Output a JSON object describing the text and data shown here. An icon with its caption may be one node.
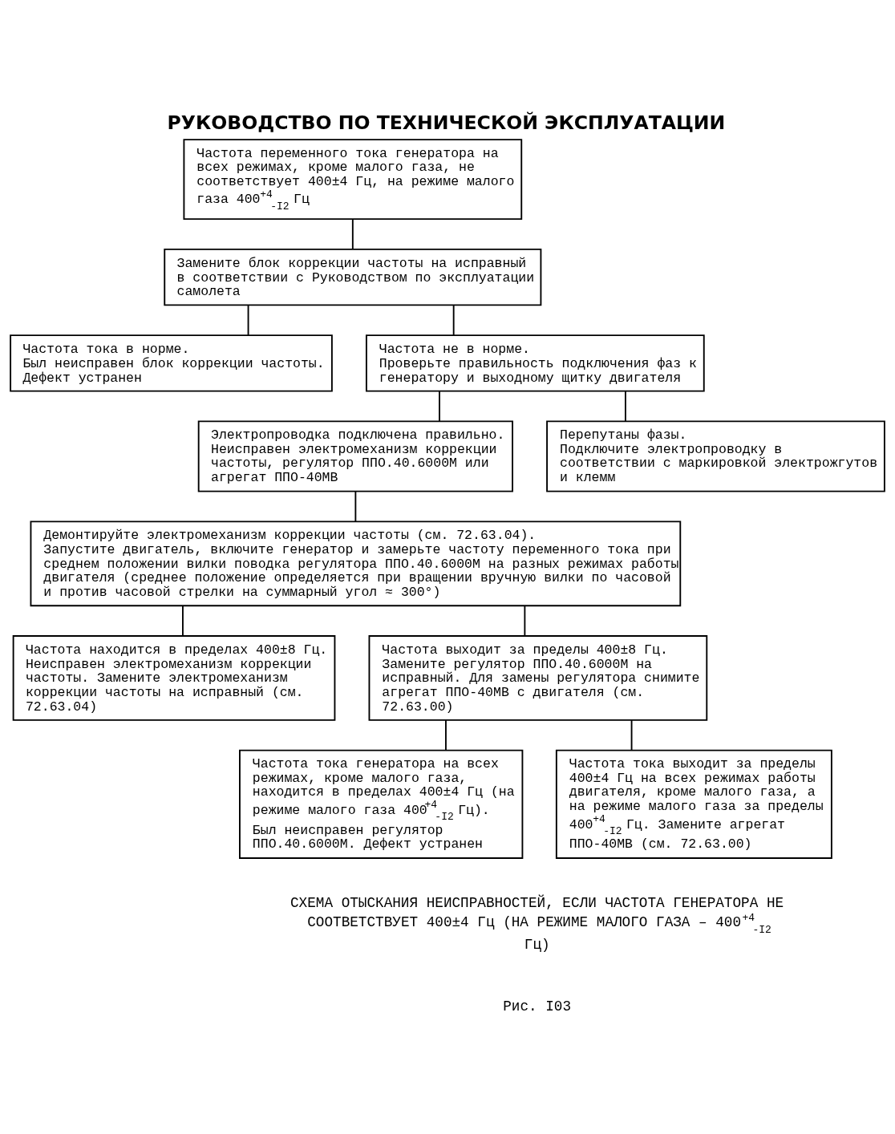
{
  "diagram": {
    "title": "РУКОВОДСТВО ПО ТЕХНИЧЕСКОЙ ЭКСПЛУАТАЦИИ",
    "caption": "СХЕМА ОТЫСКАНИЯ НЕИСПРАВНОСТЕЙ, ЕСЛИ ЧАСТОТА ГЕНЕРАТОРА НЕ СООТВЕТСТВУЕТ 400±4 Гц (НА РЕЖИМЕ МАЛОГО ГАЗА – 400$^{+4}$$_{-I2}$ Гц)",
    "nodes": [
      {
        "text": [
          "Частота переменного тока генератора на всех режимах, кроме малого газа, не соответствует 400±4 Гц, на режиме малого газа 400$^{+4}$$_{-I2}$ Гц"
        ]
      },
      {
        "text": [
          "Замените блок коррекции частоты на исправный в соответствии с Руководством по эксплуатации самолета"
        ]
      },
      {
        "text": [
          "Частота тока в норме.",
          "Был неисправен блок коррекции частоты.",
          "Дефект устранен"
        ]
      },
      {
        "text": [
          "Частота не в норме.",
          "Проверьте правильность подключения фаз к генератору и выходному щитку двигателя"
        ]
      },
      {
        "text": [
          "Электропроводка подключена правильно.",
          "Неисправен электромеханизм коррекции частоты, регулятор ППО.40.6000М или агрегат ППО-40МВ"
        ]
      },
      {
        "text": [
          "Перепутаны фазы.",
          "Подключите электропроводку в соответствии с маркировкой электрожгутов и клемм"
        ]
      },
      {
        "text": [
          "Демонтируйте электромеханизм коррекции частоты (см. 72.63.04).",
          "Запустите двигатель, включите генератор и замерьте частоту переменного тока при среднем положении вилки поводка регулятора ППО.40.6000М на разных режимах работы двигателя (среднее положение определяется при вращении вручную вилки по часовой и против часовой стрелки на суммарный угол ≈ 300°)"
        ]
      },
      {
        "text": [
          "Частота находится в пределах 400±8 Гц. Неисправен электромеханизм коррекции частоты. Замените электромеханизм коррекции частоты на исправный (см. 72.63.04)"
        ]
      },
      {
        "text": [
          "Частота выходит за пределы 400±8 Гц. Замените регулятор ППО.40.6000М на исправный. Для замены регулятора снимите агрегат ППО-40МВ с двигателя (см. 72.63.00)"
        ]
      },
      {
        "text": [
          "Частота тока генератора на всех режимах, кроме малого газа, находится в пределах 400±4 Гц (на режиме малого газа 400$^{+4}$$_{-I2}$ Гц).",
          "Был неисправен регулятор ППО.40.6000М. Дефект устранен"
        ]
      },
      {
        "text": [
          "Частота тока выходит за пределы 400±4 Гц на всех режимах работы двигателя, кроме малого газа, а на режиме малого газа за пределы 400$^{+4}$$_{-I2}$ Гц. Замените агрегат ППО-40МВ (см. 72.63.00)"
        ]
      }
    ],
    "edges": [
      {
        "from": 0,
        "to": 1,
        "arrow": "none"
      },
      {
        "from": 1,
        "to": 2,
        "arrow": "none"
      },
      {
        "from": 1,
        "to": 3,
        "arrow": "none"
      },
      {
        "from": 3,
        "to": 4,
        "arrow": "none"
      },
      {
        "from": 3,
        "to": 5,
        "arrow": "none"
      },
      {
        "from": 4,
        "to": 6,
        "arrow": "none"
      },
      {
        "from": 6,
        "to": 7,
        "arrow": "none"
      },
      {
        "from": 6,
        "to": 8,
        "arrow": "none"
      },
      {
        "from": 8,
        "to": 9,
        "arrow": "none"
      },
      {
        "from": 8,
        "to": 10,
        "arrow": "none"
      }
    ],
    "labels": [
      "Рис. I03"
    ]
  }
}
